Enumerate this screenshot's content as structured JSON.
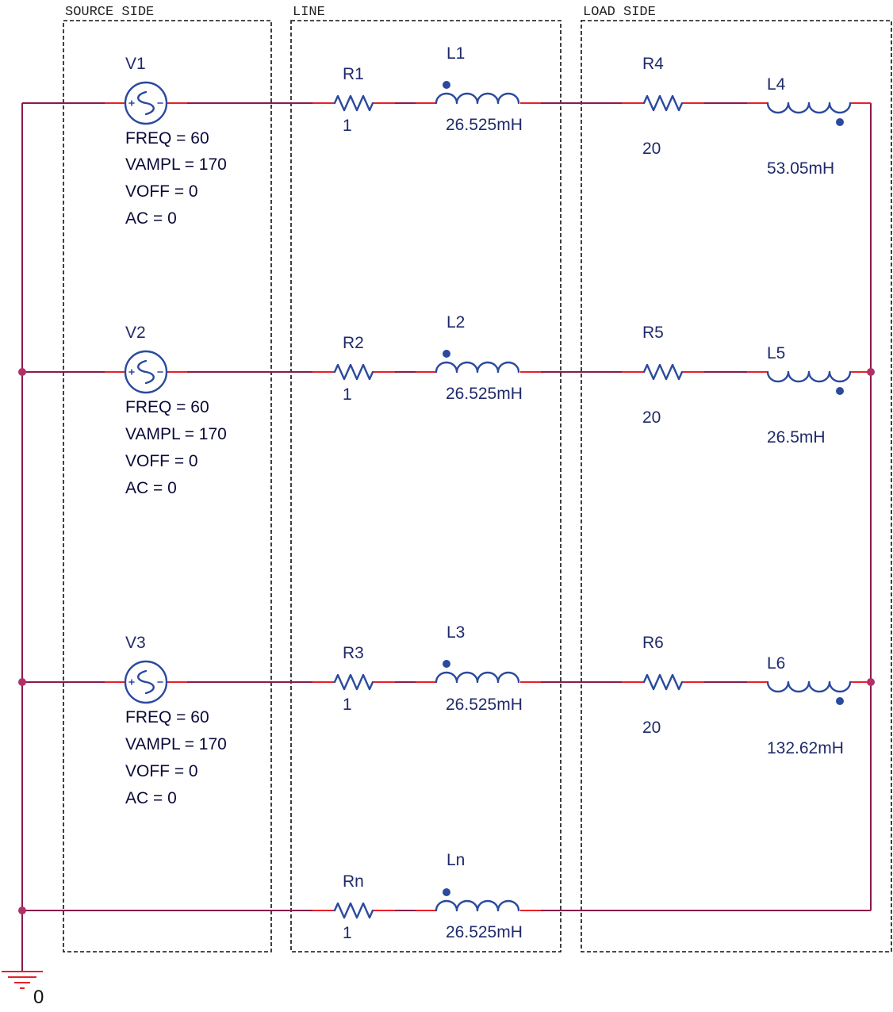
{
  "regions": {
    "source": "SOURCE SIDE",
    "line": "LINE",
    "load": "LOAD SIDE"
  },
  "sources": [
    {
      "name": "V1",
      "freq": "FREQ = 60",
      "vampl": "VAMPL = 170",
      "voff": "VOFF = 0",
      "ac": "AC = 0"
    },
    {
      "name": "V2",
      "freq": "FREQ = 60",
      "vampl": "VAMPL = 170",
      "voff": "VOFF = 0",
      "ac": "AC = 0"
    },
    {
      "name": "V3",
      "freq": "FREQ = 60",
      "vampl": "VAMPL = 170",
      "voff": "VOFF = 0",
      "ac": "AC = 0"
    }
  ],
  "line_resistors": [
    {
      "name": "R1",
      "value": "1"
    },
    {
      "name": "R2",
      "value": "1"
    },
    {
      "name": "R3",
      "value": "1"
    },
    {
      "name": "Rn",
      "value": "1"
    }
  ],
  "line_inductors": [
    {
      "name": "L1",
      "value": "26.525mH"
    },
    {
      "name": "L2",
      "value": "26.525mH"
    },
    {
      "name": "L3",
      "value": "26.525mH"
    },
    {
      "name": "Ln",
      "value": "26.525mH"
    }
  ],
  "load_resistors": [
    {
      "name": "R4",
      "value": "20"
    },
    {
      "name": "R5",
      "value": "20"
    },
    {
      "name": "R6",
      "value": "20"
    }
  ],
  "load_inductors": [
    {
      "name": "L4",
      "value": "53.05mH"
    },
    {
      "name": "L5",
      "value": "26.5mH"
    },
    {
      "name": "L6",
      "value": "132.62mH"
    }
  ],
  "ground": {
    "label": "0"
  },
  "colors": {
    "wire": "#8b1a4a",
    "lead": "#e8202a",
    "component": "#2b4a9e",
    "label": "#1f2a6b"
  }
}
